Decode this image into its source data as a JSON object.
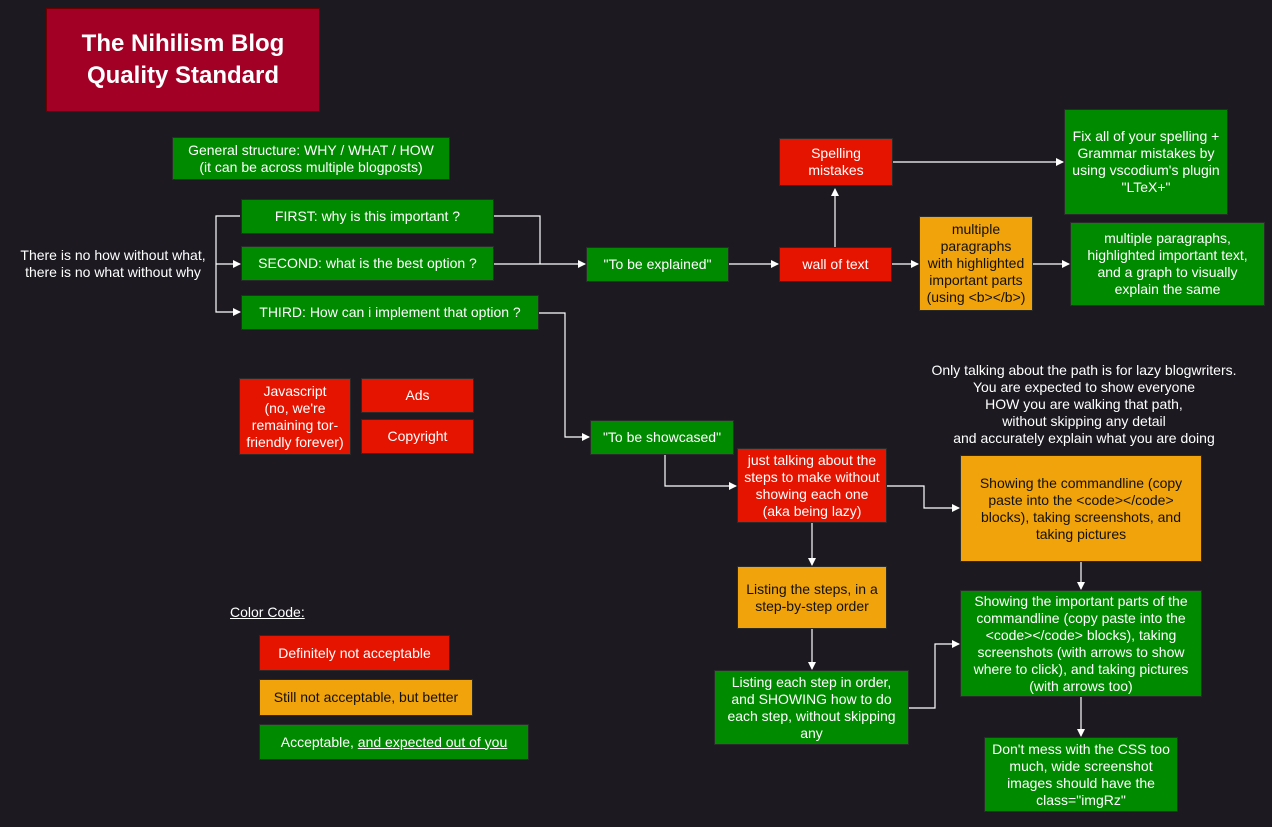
{
  "title": "The Nihilism Blog\nQuality Standard",
  "structure": "General structure: WHY / WHAT / HOW\n(it can be across multiple blogposts)",
  "side_note": "There is no how without what,\nthere is no what without why",
  "first": "FIRST: why is this important ?",
  "second": "SECOND: what is the best option ?",
  "third": "THIRD: How can i implement that option ?",
  "to_be_explained": "\"To be explained\"",
  "to_be_showcased": "\"To be showcased\"",
  "wall_of_text": "wall of text",
  "spelling": "Spelling\nmistakes",
  "fix_spelling": "Fix all of your spelling  +\nGrammar mistakes by\nusing vscodium's plugin\n\"LTeX+\"",
  "multi_para": "multiple\nparagraphs\nwith highlighted\nimportant parts\n(using <b></b>)",
  "multi_para_graph": "multiple paragraphs,\nhighlighted important text,\nand a graph to visually\nexplain the same",
  "javascript": "Javascript\n(no, we're\nremaining tor-\nfriendly forever)",
  "ads": "Ads",
  "copyright": "Copyright",
  "lazy_note": "Only talking about the path is for lazy blogwriters.\nYou are expected to show everyone\nHOW you are walking that path,\nwithout skipping any detail\nand accurately explain what you are doing",
  "just_talking": "just talking about the\nsteps to make without\nshowing each one\n(aka being lazy)",
  "listing_steps": "Listing the steps, in a\nstep-by-step order",
  "listing_each": "Listing each step in order,\nand SHOWING how to do\neach step, without skipping\nany",
  "showing_cmd": "Showing the commandline (copy\npaste into the <code></code>\nblocks), taking screenshots, and\ntaking pictures",
  "showing_important": "Showing the important parts of the\ncommandline (copy paste into the\n<code></code> blocks), taking\nscreenshots (with arrows to show\nwhere to click), and taking pictures\n(with arrows too)",
  "css_note": "Don't mess with the CSS too\nmuch, wide screenshot\nimages should have the\nclass=\"imgRz\"",
  "legend": {
    "heading": "Color Code:",
    "red": "Definitely not acceptable",
    "orange": "Still not acceptable, but better",
    "green_prefix": "Acceptable, ",
    "green_underlined": "and expected out of you"
  },
  "colors": {
    "red": "#e51400",
    "orange": "#f0a30a",
    "green": "#008a00",
    "title": "#a20025",
    "background": "#1c1a20"
  }
}
